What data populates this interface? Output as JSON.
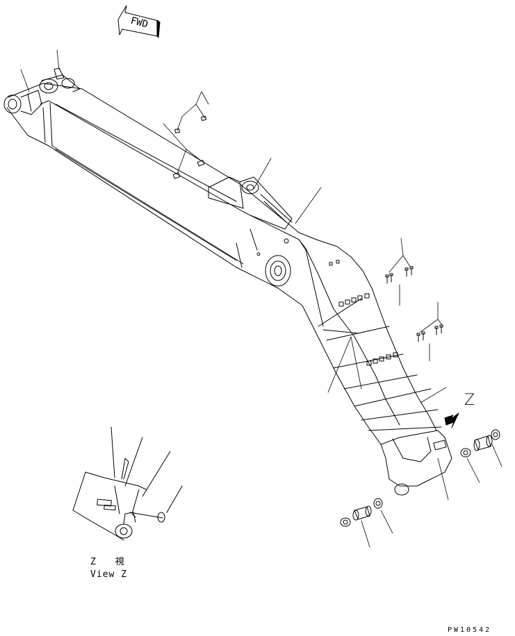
{
  "fwd_label": "FWD",
  "view_title_kanji": "Z 視",
  "view_title": "View Z",
  "view_pointer_letter": "Z",
  "drawing_code": "PW10542",
  "colors": {
    "line": "#000000",
    "background": "#ffffff"
  },
  "icons": [
    "fwd-arrow-icon",
    "view-direction-arrow-icon"
  ]
}
